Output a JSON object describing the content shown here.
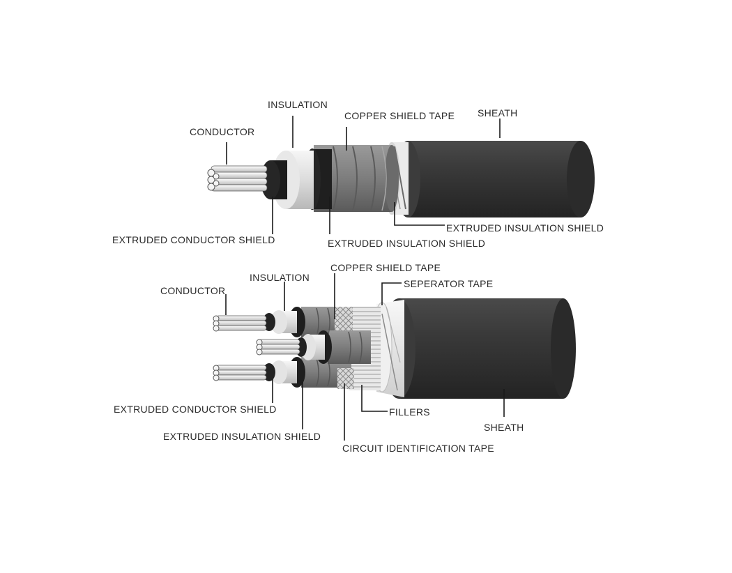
{
  "top_cable": {
    "labels": {
      "conductor": "CONDUCTOR",
      "insulation": "INSULATION",
      "copper_shield_tape": "COPPER SHIELD TAPE",
      "sheath": "SHEATH",
      "extruded_conductor_shield": "EXTRUDED CONDUCTOR SHIELD",
      "extruded_insulation_shield_inner": "EXTRUDED INSULATION SHIELD",
      "extruded_insulation_shield_outer": "EXTRUDED INSULATION SHIELD"
    }
  },
  "bottom_cable": {
    "labels": {
      "conductor": "CONDUCTOR",
      "insulation": "INSULATION",
      "copper_shield_tape": "COPPER SHIELD TAPE",
      "seperator_tape": "SEPERATOR TAPE",
      "extruded_conductor_shield": "EXTRUDED CONDUCTOR SHIELD",
      "extruded_insulation_shield": "EXTRUDED INSULATION SHIELD",
      "fillers": "FILLERS",
      "circuit_identification_tape": "CIRCUIT IDENTIFICATION TAPE",
      "sheath": "SHEATH"
    }
  },
  "colors": {
    "sheath": "#2f2f2f",
    "copper_tape": "#7a7a7a",
    "insulation": "#e2e2e2",
    "conductor_strand": "#f2f2f2",
    "semicon": "#1e1e1e",
    "separator": "#ececec"
  }
}
